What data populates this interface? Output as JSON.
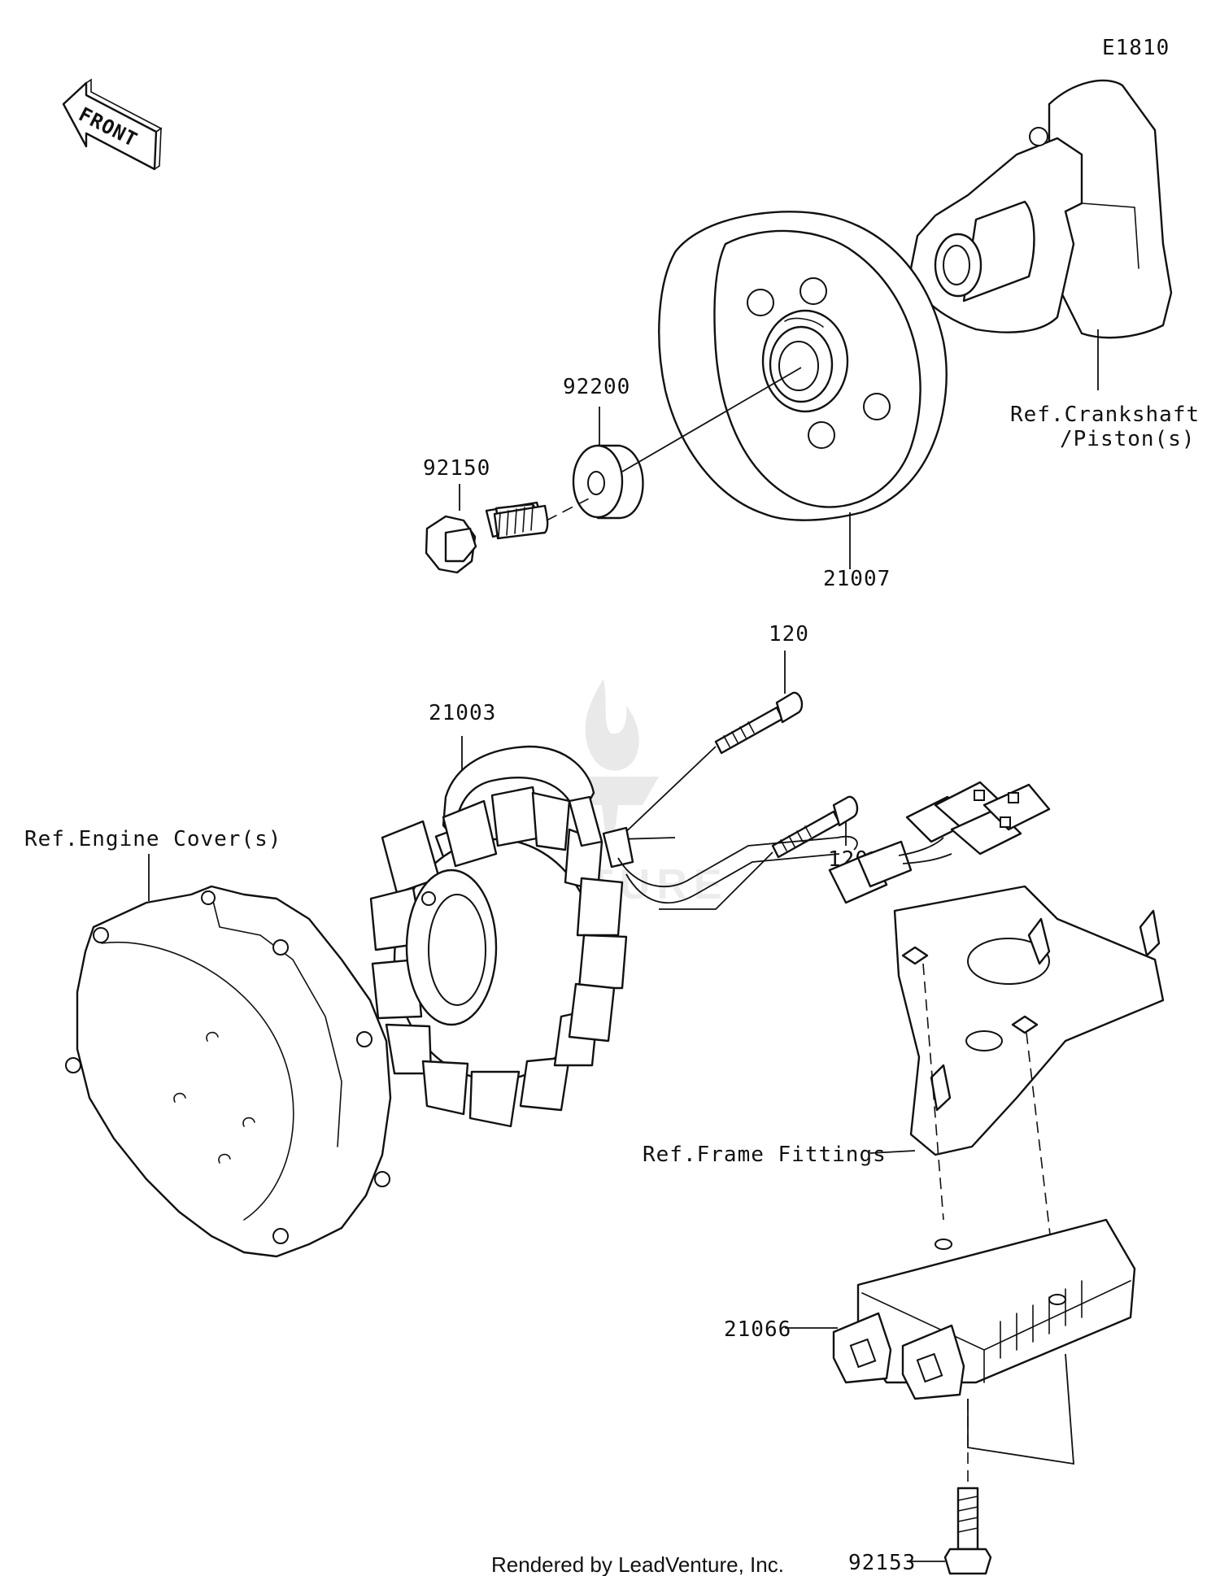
{
  "diagram": {
    "code": "E1810",
    "front_label": "FRONT",
    "footer": "Rendered by LeadVenture, Inc.",
    "watermark": "ADVENTURE",
    "callouts": {
      "ref_crankshaft_1": "Ref.Crankshaft",
      "ref_crankshaft_2": "/Piston(s)",
      "p92200": "92200",
      "p92150": "92150",
      "p21007": "21007",
      "p120_top": "120",
      "p120_mid": "120",
      "p21003": "21003",
      "ref_engine_cover": "Ref.Engine Cover(s)",
      "ref_frame_fittings": "Ref.Frame Fittings",
      "p21066": "21066",
      "p92153": "92153"
    }
  }
}
